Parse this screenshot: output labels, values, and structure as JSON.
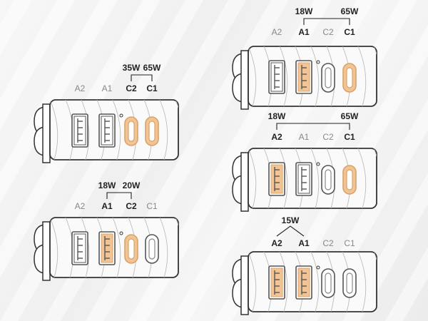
{
  "colors": {
    "active_fill": "#f2c493",
    "active_stroke": "#d8a46c",
    "inactive_stroke": "#555",
    "body_stroke": "#333",
    "hatch": "#bbb"
  },
  "panels": [
    {
      "id": "p1",
      "ports": [
        {
          "name": "A2",
          "type": "usb-a",
          "active": false
        },
        {
          "name": "A1",
          "type": "usb-a",
          "active": false
        },
        {
          "name": "C2",
          "type": "usb-c",
          "active": true
        },
        {
          "name": "C1",
          "type": "usb-c",
          "active": true
        }
      ],
      "wattage": [
        {
          "text": "35W",
          "port": "C2"
        },
        {
          "text": "65W",
          "port": "C1"
        }
      ]
    },
    {
      "id": "p2",
      "ports": [
        {
          "name": "A2",
          "type": "usb-a",
          "active": false
        },
        {
          "name": "A1",
          "type": "usb-a",
          "active": true
        },
        {
          "name": "C2",
          "type": "usb-c",
          "active": true
        },
        {
          "name": "C1",
          "type": "usb-c",
          "active": false
        }
      ],
      "wattage": [
        {
          "text": "18W",
          "port": "A1"
        },
        {
          "text": "20W",
          "port": "C2"
        }
      ]
    },
    {
      "id": "p3",
      "ports": [
        {
          "name": "A2",
          "type": "usb-a",
          "active": false
        },
        {
          "name": "A1",
          "type": "usb-a",
          "active": true
        },
        {
          "name": "C2",
          "type": "usb-c",
          "active": false
        },
        {
          "name": "C1",
          "type": "usb-c",
          "active": true
        }
      ],
      "wattage": [
        {
          "text": "18W",
          "port": "A1"
        },
        {
          "text": "65W",
          "port": "C1"
        }
      ]
    },
    {
      "id": "p4",
      "ports": [
        {
          "name": "A2",
          "type": "usb-a",
          "active": true
        },
        {
          "name": "A1",
          "type": "usb-a",
          "active": false
        },
        {
          "name": "C2",
          "type": "usb-c",
          "active": false
        },
        {
          "name": "C1",
          "type": "usb-c",
          "active": true
        }
      ],
      "wattage": [
        {
          "text": "18W",
          "port": "A2"
        },
        {
          "text": "65W",
          "port": "C1"
        }
      ]
    },
    {
      "id": "p5",
      "ports": [
        {
          "name": "A2",
          "type": "usb-a",
          "active": true
        },
        {
          "name": "A1",
          "type": "usb-a",
          "active": true
        },
        {
          "name": "C2",
          "type": "usb-c",
          "active": false
        },
        {
          "name": "C1",
          "type": "usb-c",
          "active": false
        }
      ],
      "wattage": [
        {
          "text": "15W",
          "port": "shared"
        }
      ]
    }
  ]
}
